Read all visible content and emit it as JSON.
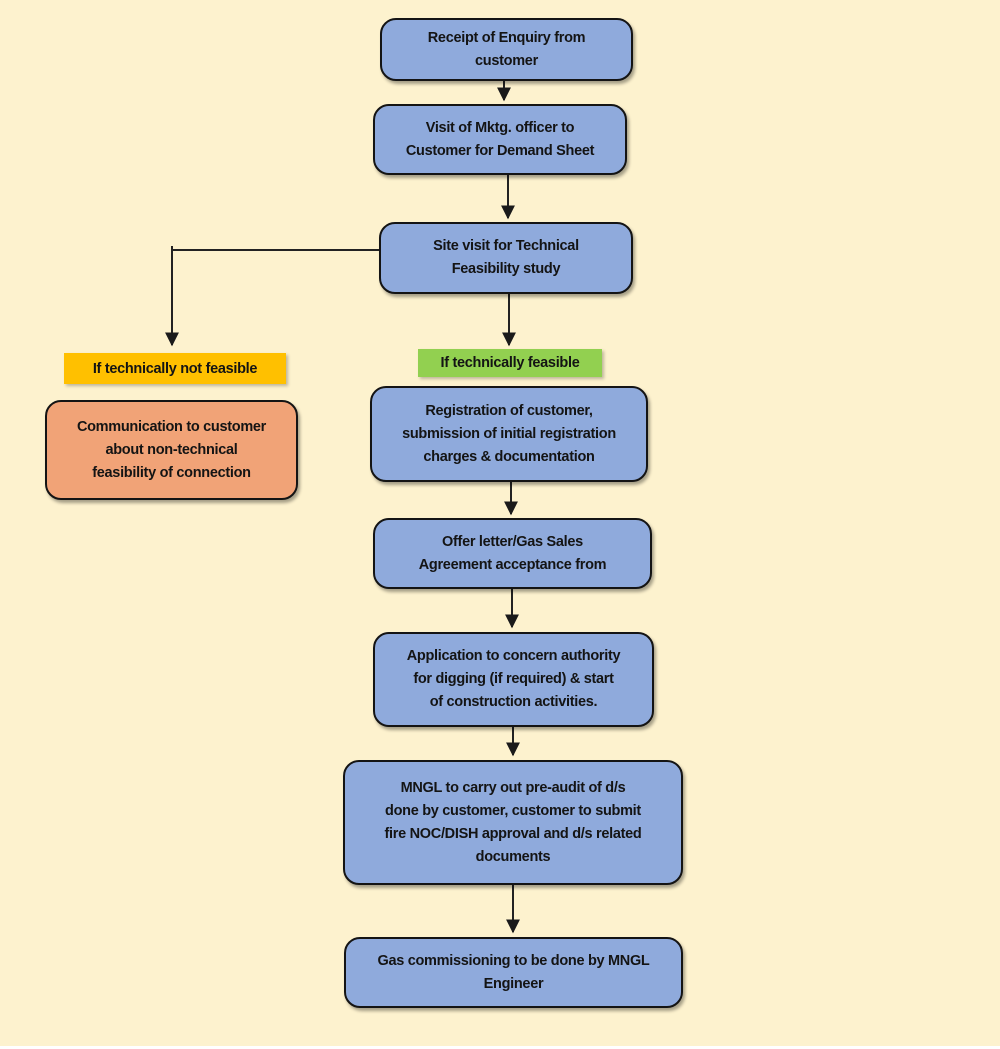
{
  "page": {
    "background": "#FDF2CE",
    "bottom_strip": "#FFFFFF"
  },
  "palette": {
    "page_bg": "#FDF2CE",
    "process_fill": "#8FAADC",
    "process_border": "#141414",
    "negative_fill": "#F1A377",
    "not_feasible_label_bg": "#FFC000",
    "feasible_label_bg": "#92D050",
    "text": "#141414",
    "connector": "#222222",
    "bottom_strip": "#FFFFFF"
  },
  "flowchart": {
    "receipt": {
      "lines": [
        "Receipt of Enquiry from",
        "customer"
      ]
    },
    "visit": {
      "lines": [
        "Visit of Mktg. officer to",
        "Customer for Demand Sheet"
      ]
    },
    "site_visit": {
      "lines": [
        "Site visit for Technical",
        "Feasibility study"
      ]
    },
    "not_feasible_label": {
      "text": "If technically not feasible"
    },
    "communication": {
      "lines": [
        "Communication to customer",
        "about non-technical",
        "feasibility of connection"
      ]
    },
    "feasible_label": {
      "text": "If technically feasible"
    },
    "registration": {
      "lines": [
        "Registration of customer,",
        "submission of initial registration",
        "charges & documentation"
      ]
    },
    "offer": {
      "lines": [
        "Offer letter/Gas Sales",
        "Agreement acceptance from"
      ]
    },
    "application": {
      "lines": [
        "Application to concern authority",
        "for digging (if required) & start",
        "of construction activities."
      ]
    },
    "pre_audit": {
      "lines": [
        "MNGL to carry out pre-audit of d/s",
        "done by customer, customer to submit",
        "fire NOC/DISH approval and d/s related",
        "documents"
      ]
    },
    "commissioning": {
      "lines": [
        "Gas commissioning to be done by MNGL",
        "Engineer"
      ]
    },
    "edges": [
      {
        "from": "receipt",
        "to": "visit"
      },
      {
        "from": "visit",
        "to": "site_visit"
      },
      {
        "from": "site_visit",
        "to": "not_feasible_label",
        "branch": "left"
      },
      {
        "from": "not_feasible_label",
        "to": "communication",
        "type": "adjacent"
      },
      {
        "from": "site_visit",
        "to": "feasible_label"
      },
      {
        "from": "feasible_label",
        "to": "registration",
        "type": "adjacent"
      },
      {
        "from": "registration",
        "to": "offer"
      },
      {
        "from": "offer",
        "to": "application"
      },
      {
        "from": "application",
        "to": "pre_audit"
      },
      {
        "from": "pre_audit",
        "to": "commissioning"
      }
    ]
  }
}
